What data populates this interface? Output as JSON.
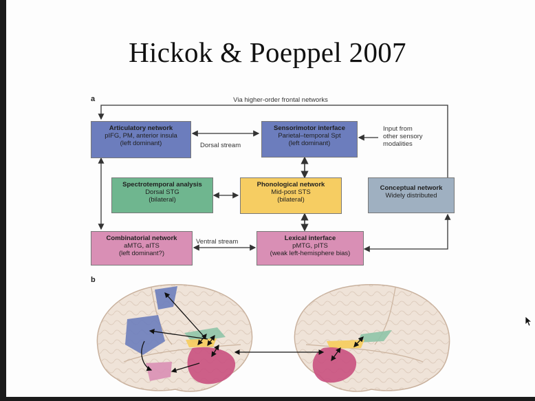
{
  "slide": {
    "title": "Hickok & Poeppel 2007"
  },
  "panel_a": {
    "letter": "a",
    "top_label": "Via higher-order frontal networks",
    "dorsal_stream": "Dorsal stream",
    "ventral_stream": "Ventral stream",
    "input_label": [
      "Input from",
      "other sensory",
      "modalities"
    ],
    "boxes": {
      "articulatory": {
        "title": "Articulatory network",
        "lines": [
          "pIFG, PM, anterior insula",
          "(left dominant)"
        ],
        "color": "#6c7dbd"
      },
      "sensorimotor": {
        "title": "Sensorimotor interface",
        "lines": [
          "Parietal–temporal Spt",
          "(left dominant)"
        ],
        "color": "#6c7dbd"
      },
      "spectrotemporal": {
        "title": "Spectrotemporal analysis",
        "lines": [
          "Dorsal STG",
          "(bilateral)"
        ],
        "color": "#6fb68f"
      },
      "phonological": {
        "title": "Phonological network",
        "lines": [
          "Mid-post STS",
          "(bilateral)"
        ],
        "color": "#f6cd62"
      },
      "conceptual": {
        "title": "Conceptual network",
        "lines": [
          "Widely distributed"
        ],
        "color": "#9fb0c1"
      },
      "combinatorial": {
        "title": "Combinatorial network",
        "lines": [
          "aMTG, aITS",
          "(left dominant?)"
        ],
        "color": "#d98fb5"
      },
      "lexical": {
        "title": "Lexical interface",
        "lines": [
          "pMTG, pITS",
          "(weak left-hemisphere bias)"
        ],
        "color": "#d98fb5"
      }
    }
  },
  "panel_b": {
    "letter": "b"
  }
}
